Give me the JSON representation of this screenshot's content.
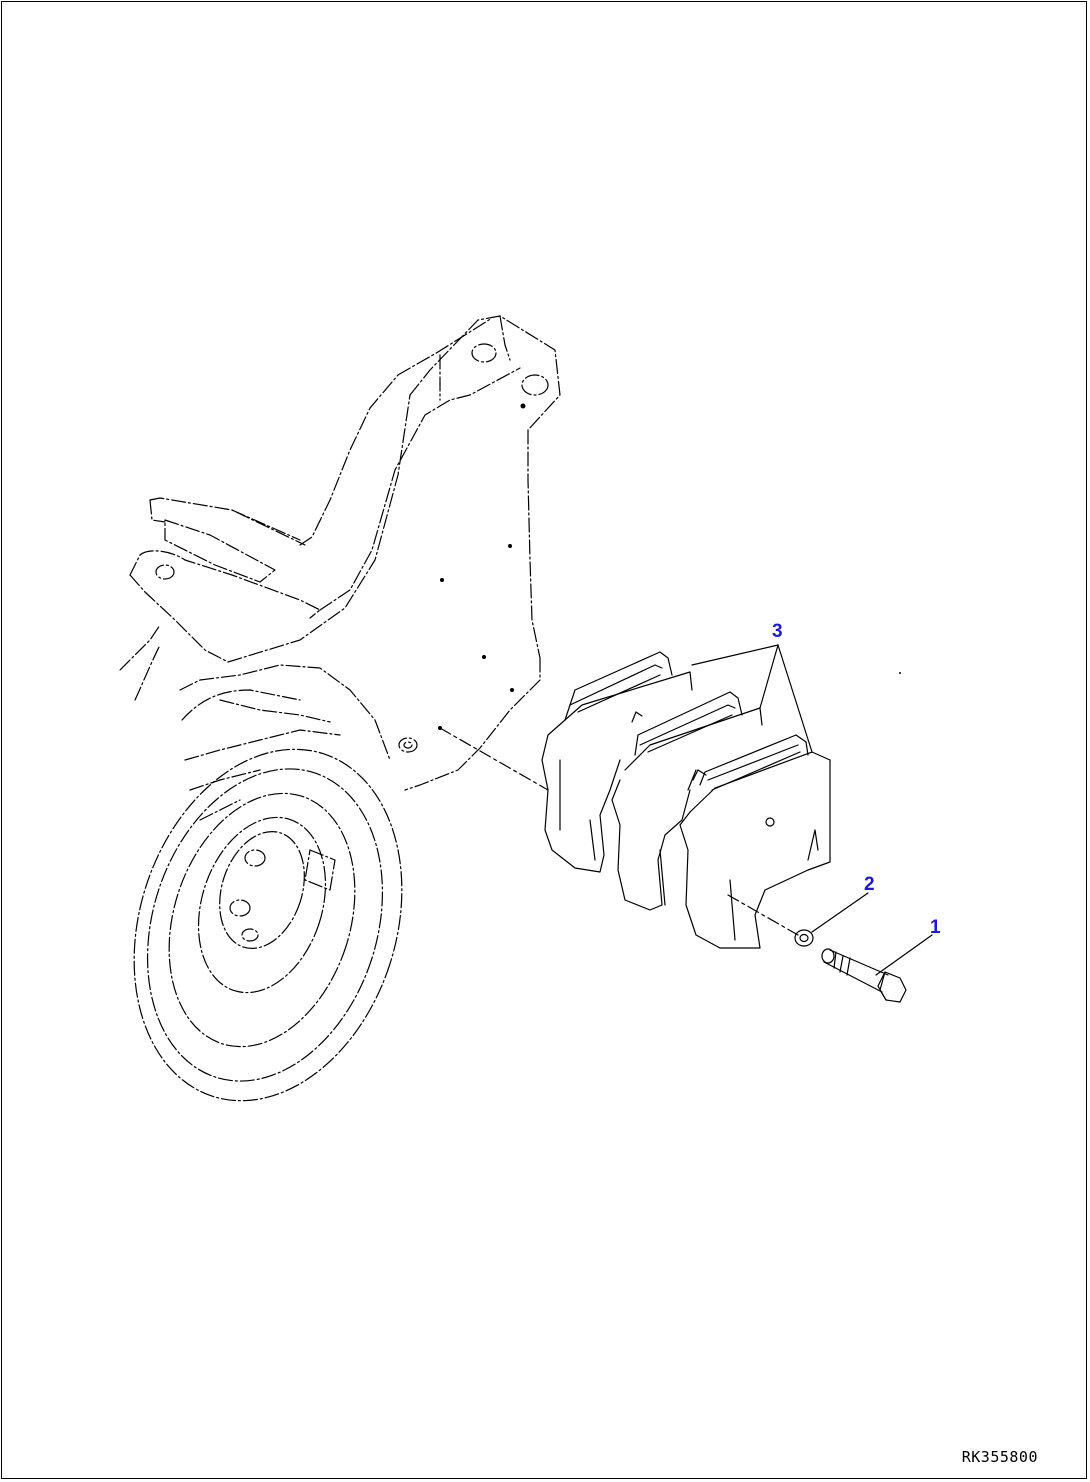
{
  "callouts": [
    {
      "id": "1",
      "label": "1",
      "part": "bolt"
    },
    {
      "id": "2",
      "label": "2",
      "part": "washer"
    },
    {
      "id": "3",
      "label": "3",
      "part": "counterweight"
    }
  ],
  "drawing_code": "RK355800",
  "colors": {
    "callout_text": "#1a1adb",
    "line": "#000000",
    "background": "#ffffff"
  }
}
